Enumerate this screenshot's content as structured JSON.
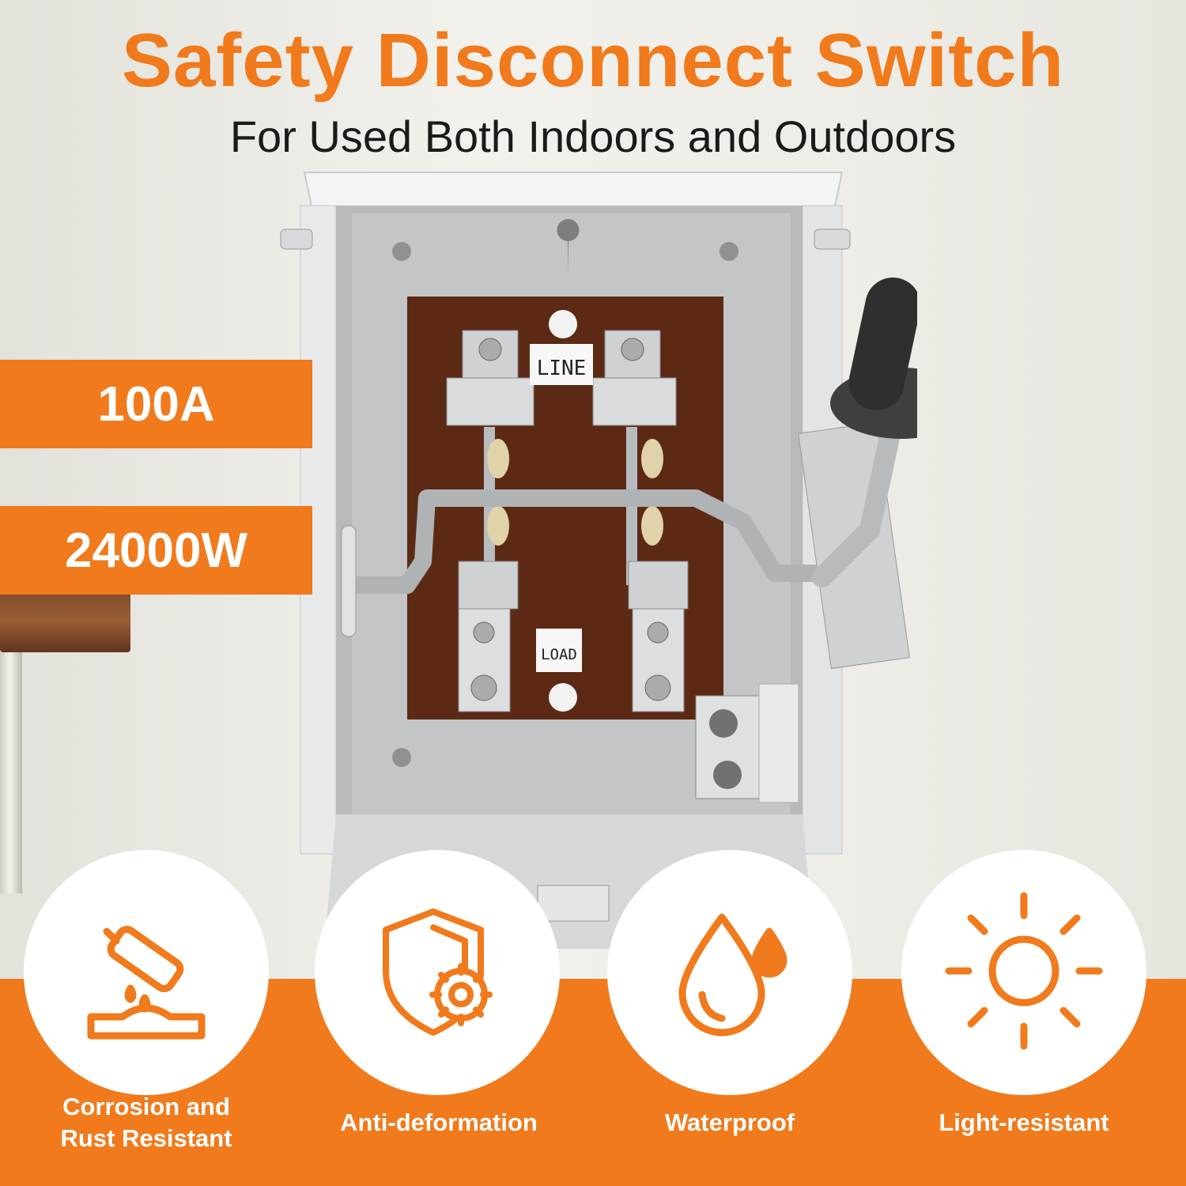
{
  "header": {
    "title": "Safety Disconnect Switch",
    "subtitle": "For Used Both Indoors and Outdoors"
  },
  "specs": {
    "current": "100A",
    "power": "24000W"
  },
  "panel": {
    "line_label": "LINE",
    "load_label": "LOAD"
  },
  "features": [
    {
      "label": "Corrosion and\nRust Resistant",
      "icon": "corrosion-icon"
    },
    {
      "label": "Anti-deformation",
      "icon": "shield-gear-icon"
    },
    {
      "label": "Waterproof",
      "icon": "water-drop-icon"
    },
    {
      "label": "Light-resistant",
      "icon": "sun-icon"
    }
  ],
  "colors": {
    "accent": "#f07a1c",
    "panel_brown": "#5c2a14",
    "enclosure": "#b9bbbd"
  }
}
